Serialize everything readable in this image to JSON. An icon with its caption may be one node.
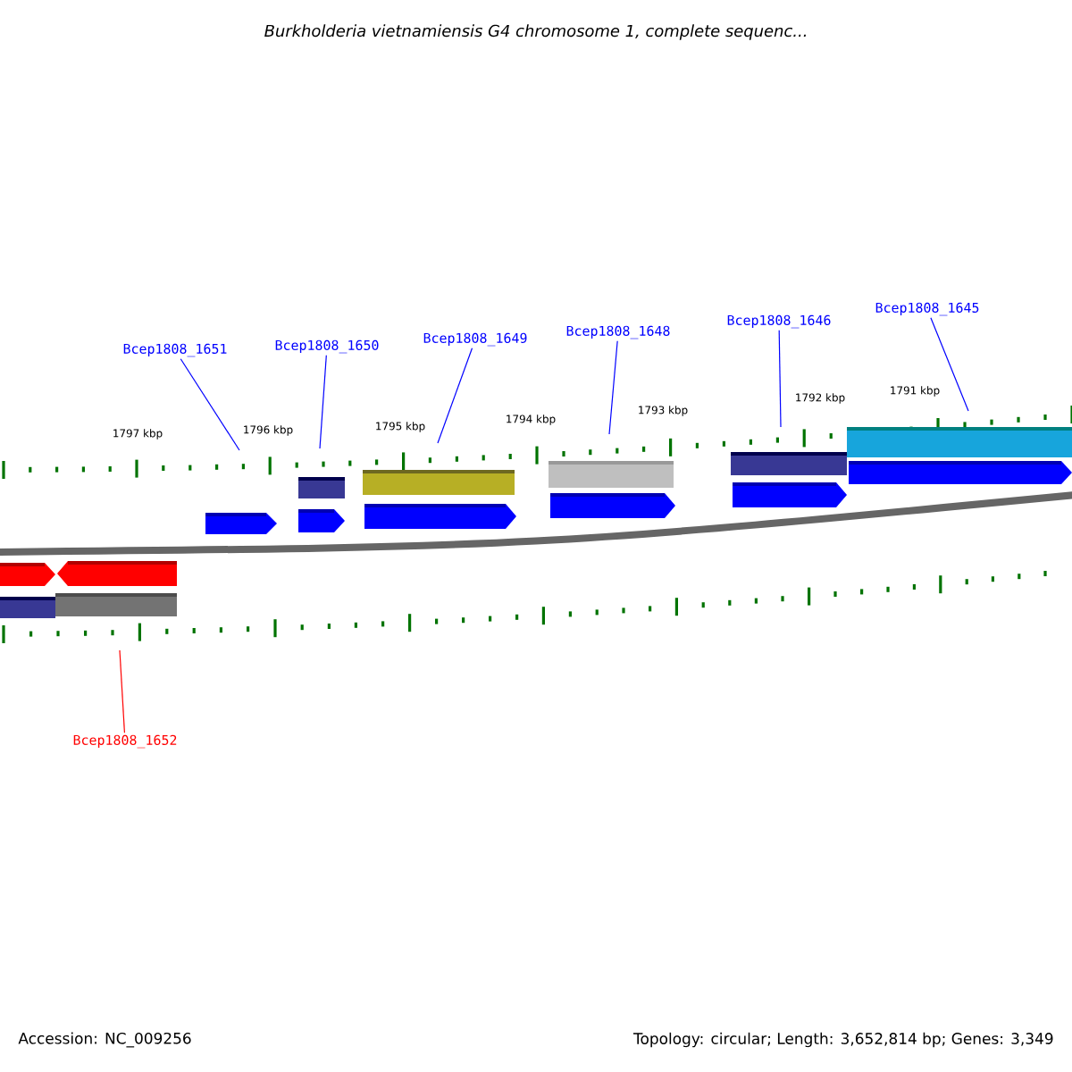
{
  "diagram": {
    "title": "Burkholderia vietnamiensis G4 chromosome 1, complete sequenc...",
    "nodes": [
      {
        "text": [
          "Bcep1808_1651"
        ]
      },
      {
        "text": [
          "Bcep1808_1650"
        ]
      },
      {
        "text": [
          "Bcep1808_1649"
        ]
      },
      {
        "text": [
          "Bcep1808_1648"
        ]
      },
      {
        "text": [
          "Bcep1808_1646"
        ]
      },
      {
        "text": [
          "Bcep1808_1645"
        ]
      },
      {
        "text": [
          "Bcep1808_1652"
        ]
      }
    ],
    "edges": [
      {
        "from": 0,
        "to": null,
        "arrow": "none"
      },
      {
        "from": 1,
        "to": null,
        "arrow": "none"
      },
      {
        "from": 2,
        "to": null,
        "arrow": "none"
      },
      {
        "from": 3,
        "to": null,
        "arrow": "none"
      },
      {
        "from": 4,
        "to": null,
        "arrow": "none"
      },
      {
        "from": 5,
        "to": null,
        "arrow": "none"
      },
      {
        "from": 6,
        "to": null,
        "arrow": "none",
        "color": "#ff0000"
      }
    ],
    "labels": [
      "1797 kbp",
      "1796 kbp",
      "1795 kbp",
      "1794 kbp",
      "1793 kbp",
      "1792 kbp",
      "1791 kbp",
      "Accession: NC_009256",
      "Topology: circular; Length: 3,652,814 bp; Genes: 3,349"
    ]
  }
}
